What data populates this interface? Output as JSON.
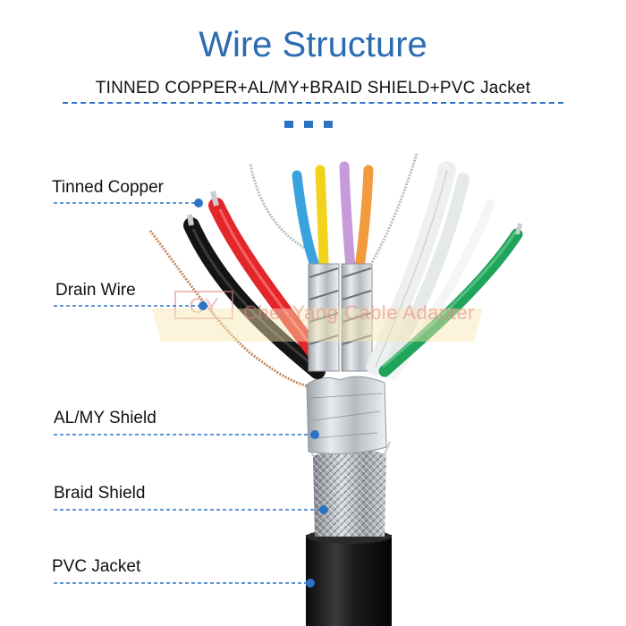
{
  "title": "Wire Structure",
  "subtitle": "TINNED  COPPER+AL/MY+BRAID SHIELD+PVC Jacket",
  "labels": {
    "tinned_copper": "Tinned Copper",
    "drain_wire": "Drain Wire",
    "al_my_shield": "AL/MY Shield",
    "braid_shield": "Braid Shield",
    "pvc_jacket": "PVC Jacket"
  },
  "watermark": {
    "logo_text": "CY",
    "text": "ChenYang Cable Adapter"
  },
  "colors": {
    "accent": "#2d73c4",
    "title": "#2b6bb0",
    "jacket": "#1c1c1c"
  }
}
